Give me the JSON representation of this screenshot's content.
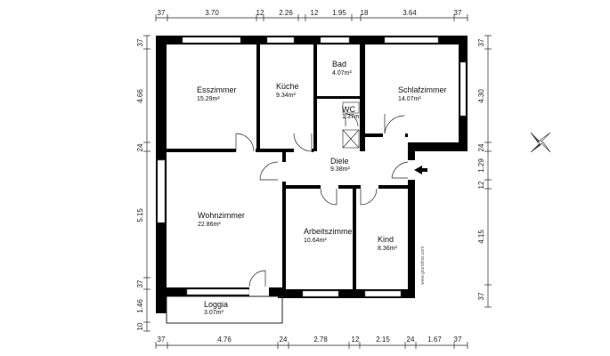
{
  "dimensions": {
    "top": [
      "37",
      "3.70",
      "12",
      "2.26",
      "12",
      "1.95",
      "18",
      "3.64",
      "37"
    ],
    "bottom": [
      "37",
      "4.76",
      "24",
      "2.78",
      "12",
      "2.15",
      "24",
      "1.67",
      "37"
    ],
    "left": [
      "37",
      "4.66",
      "24",
      "5.15",
      "37",
      "1.46",
      "10"
    ],
    "right": [
      "37",
      "4.30",
      "24",
      "1.29",
      "12",
      "4.15",
      "37"
    ]
  },
  "rooms": [
    {
      "id": "esszimmer",
      "name": "Esszimmer",
      "area": "15.29m²"
    },
    {
      "id": "kueche",
      "name": "Küche",
      "area": "9.34m²"
    },
    {
      "id": "bad",
      "name": "Bad",
      "area": "4.07m²"
    },
    {
      "id": "wc",
      "name": "WC",
      "area": "1.37m²"
    },
    {
      "id": "schlafzimmer",
      "name": "Schlafzimmer",
      "area": "14.07m²"
    },
    {
      "id": "diele",
      "name": "Diele",
      "area": "9.38m²"
    },
    {
      "id": "wohnzimmer",
      "name": "Wohnzimmer",
      "area": "22.86m²"
    },
    {
      "id": "arbeitszimmer",
      "name": "Arbeitszimmer",
      "area": "10.64m²"
    },
    {
      "id": "kind",
      "name": "Kind",
      "area": "8.36m²"
    },
    {
      "id": "loggia",
      "name": "Loggia",
      "area": "3.07m²"
    }
  ],
  "watermark": "www.grundriss.com",
  "icons": {
    "compass": "compass-icon",
    "entrance": "entrance-arrow-icon"
  },
  "colors": {
    "wall": "#000000",
    "line": "#222222",
    "window": "#777777"
  }
}
